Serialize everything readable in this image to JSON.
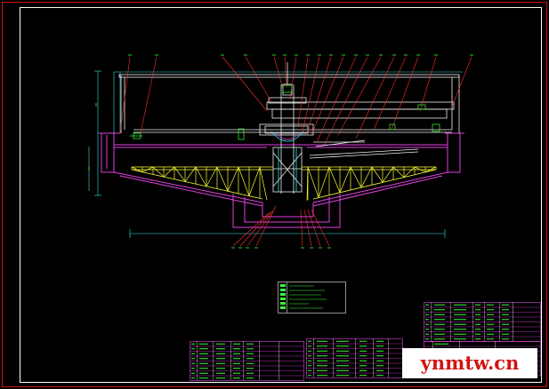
{
  "watermark": {
    "text": "ynmtw.cn"
  },
  "colors": {
    "background": "#000000",
    "frame": "#d01010",
    "tank": "#e040e0",
    "bridge": "#eeeeee",
    "truss": "#ffff33",
    "leader": "#ff3030",
    "dimension": "#33e6e6",
    "label": "#39ff39",
    "table_line": "#e040e0"
  },
  "tables": {
    "table_1_rows": 8,
    "table_2_rows": 8,
    "table_3_rows": 8,
    "table_4_rows": 7
  }
}
